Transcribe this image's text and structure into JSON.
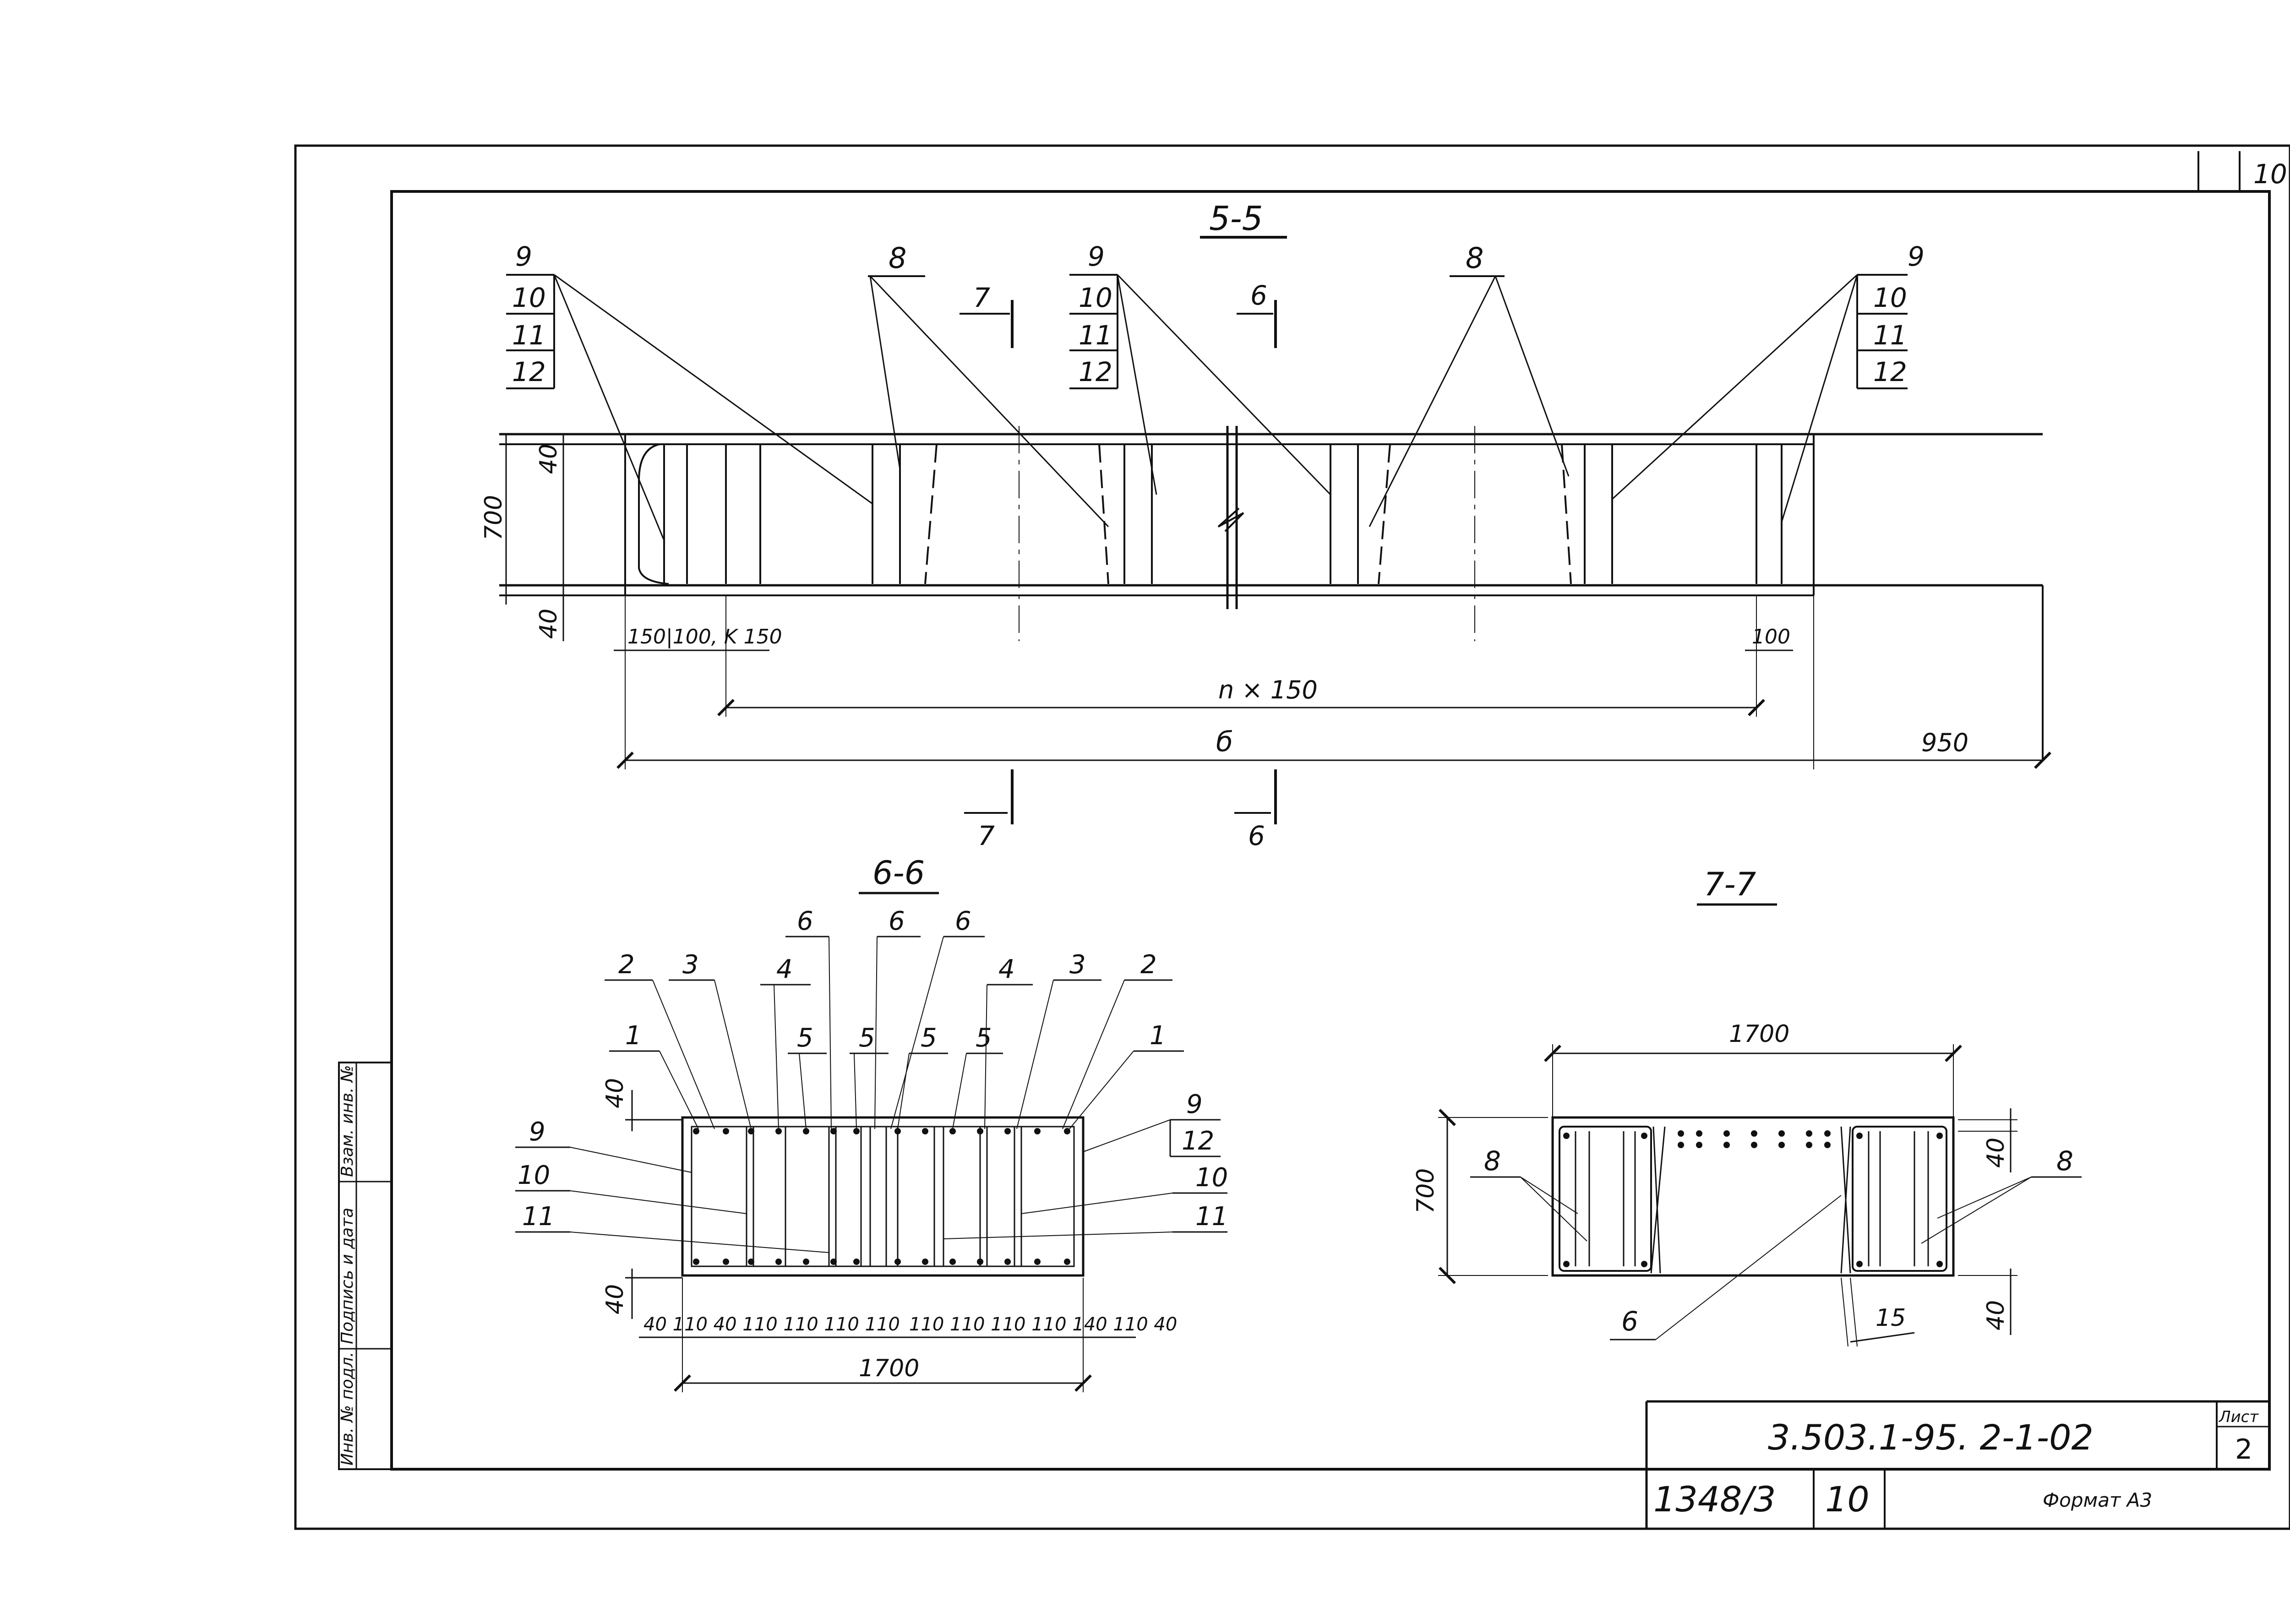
{
  "sections": {
    "s55": "5-5",
    "s66": "6-6",
    "s77": "7-7"
  },
  "cut_marks": {
    "seven": "7",
    "six": "6"
  },
  "callouts": {
    "group": [
      "9",
      "10",
      "11",
      "12"
    ],
    "eight": "8"
  },
  "dims_55": {
    "height": "700",
    "cover_top": "40",
    "cover_bottom": "40",
    "left_chain": "150|100, K 150",
    "right_small": "100",
    "pitch": "n × 150",
    "length": "б",
    "overhang": "950"
  },
  "dims_66": {
    "cover_top": "40",
    "cover_bottom": "40",
    "bottom_chain_left": "40   110 40 110 110 110 110",
    "bottom_chain_right": "110 110 110 110 140 110   40",
    "width": "1700",
    "labels_top": [
      "2",
      "3",
      "4",
      "6",
      "6",
      "6",
      "4",
      "3",
      "2"
    ],
    "labels_mid": [
      "1",
      "5",
      "5",
      "5",
      "5",
      "1"
    ],
    "labels_side_left": [
      "9",
      "10",
      "11"
    ],
    "labels_side_right": [
      "9",
      "12",
      "10",
      "11"
    ]
  },
  "dims_77": {
    "width": "1700",
    "height": "700",
    "cover_top": "40",
    "cover_bottom": "40",
    "label_left": "8",
    "label_right": "8",
    "label_bottom": "6",
    "gap": "15"
  },
  "side_stamp": {
    "col1": "Инв. № подл.",
    "col2": "Подпись и дата",
    "col3": "Взам. инв. №"
  },
  "title_block": {
    "code": "3.503.1-95. 2-1-02",
    "sheet_label": "Лист",
    "sheet_no": "2",
    "album": "1348/3",
    "page": "10",
    "format": "Формат А3",
    "corner": "10"
  }
}
